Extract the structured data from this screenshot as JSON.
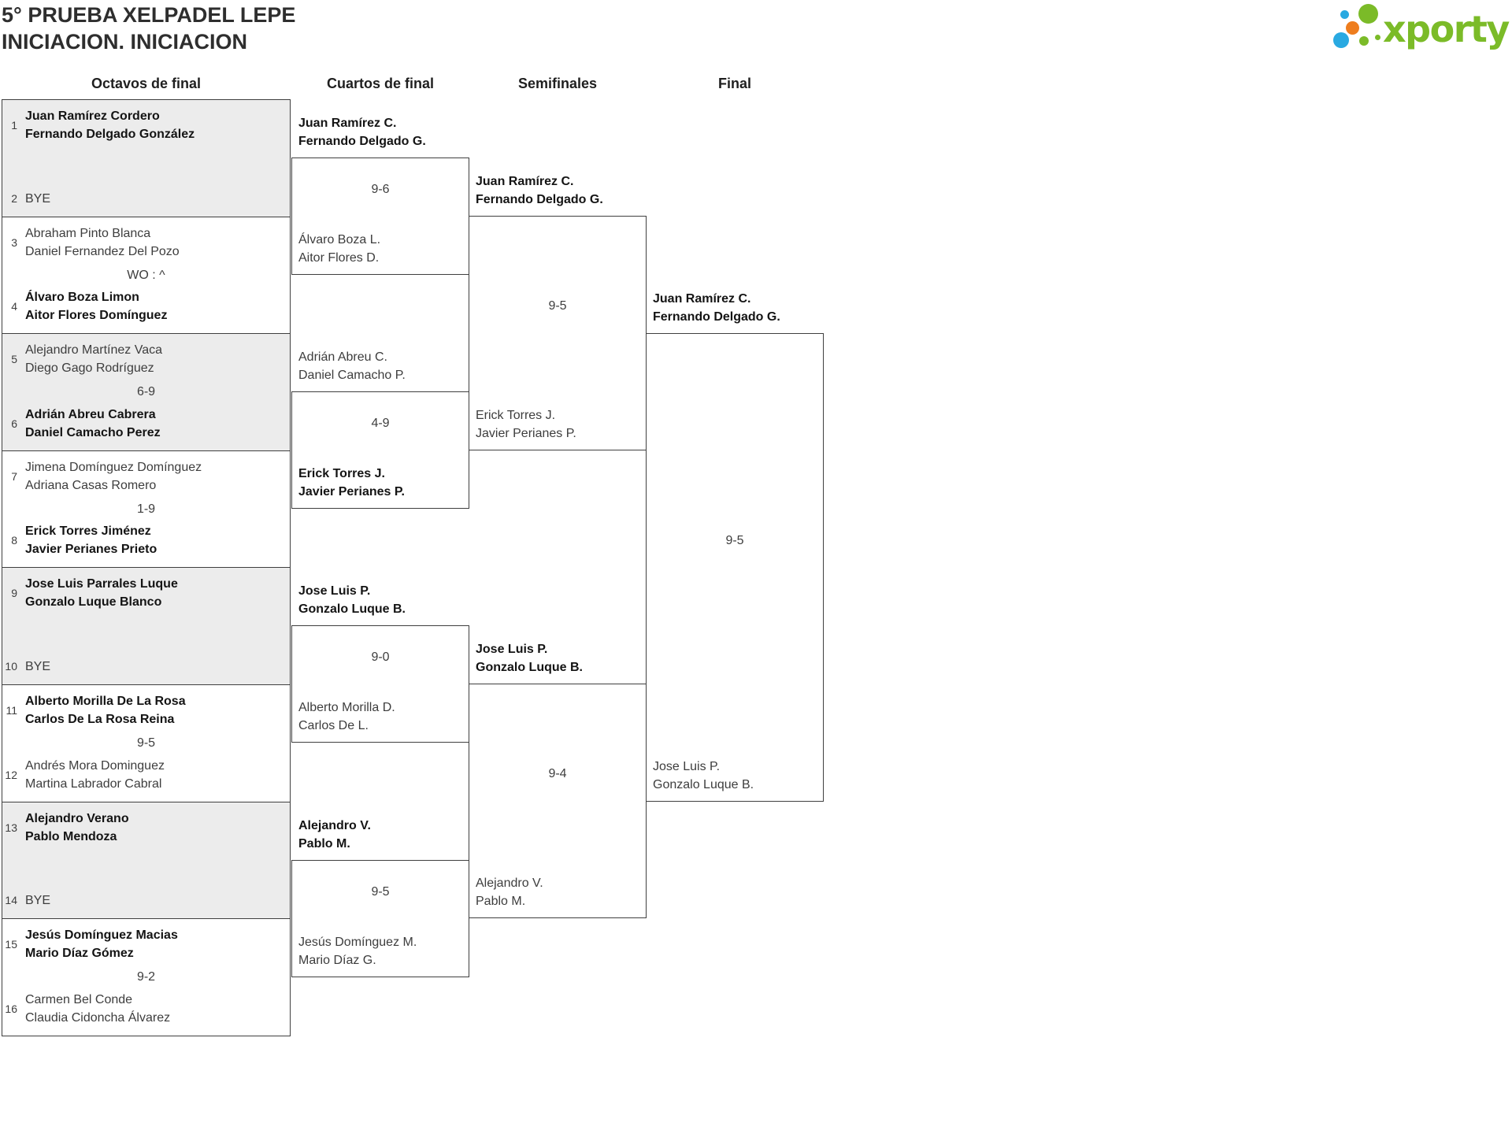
{
  "title": {
    "line1": "5° PRUEBA XELPADEL LEPE",
    "line2": "INICIACION. INICIACION"
  },
  "logo": {
    "word": "xporty"
  },
  "colors": {
    "logo_green": "#7bbb28",
    "logo_blue": "#29a9e1",
    "logo_orange": "#ee7d1e",
    "shaded_row": "#ececec",
    "line_border": "#3f3f3f"
  },
  "bracket": {
    "round1": {
      "header": "Octavos de final",
      "matches": [
        {
          "shaded": true,
          "score": "",
          "a": {
            "seed": "1",
            "lines": [
              "Juan Ramírez Cordero",
              "Fernando Delgado González"
            ],
            "winner": true
          },
          "b": {
            "seed": "2",
            "lines": [
              "BYE"
            ],
            "winner": false
          }
        },
        {
          "shaded": false,
          "score": "WO : ^",
          "a": {
            "seed": "3",
            "lines": [
              "Abraham Pinto Blanca",
              "Daniel Fernandez Del Pozo"
            ],
            "winner": false
          },
          "b": {
            "seed": "4",
            "lines": [
              "Álvaro Boza Limon",
              "Aitor Flores Domínguez"
            ],
            "winner": true
          }
        },
        {
          "shaded": true,
          "score": "6-9",
          "a": {
            "seed": "5",
            "lines": [
              "Alejandro Martínez Vaca",
              "Diego Gago Rodríguez"
            ],
            "winner": false
          },
          "b": {
            "seed": "6",
            "lines": [
              "Adrián Abreu Cabrera",
              "Daniel Camacho Perez"
            ],
            "winner": true
          }
        },
        {
          "shaded": false,
          "score": "1-9",
          "a": {
            "seed": "7",
            "lines": [
              "Jimena Domínguez Domínguez",
              "Adriana Casas Romero"
            ],
            "winner": false
          },
          "b": {
            "seed": "8",
            "lines": [
              "Erick Torres Jiménez",
              "Javier Perianes Prieto"
            ],
            "winner": true
          }
        },
        {
          "shaded": true,
          "score": "",
          "a": {
            "seed": "9",
            "lines": [
              "Jose Luis Parrales Luque",
              "Gonzalo Luque Blanco"
            ],
            "winner": true
          },
          "b": {
            "seed": "10",
            "lines": [
              "BYE"
            ],
            "winner": false
          }
        },
        {
          "shaded": false,
          "score": "9-5",
          "a": {
            "seed": "11",
            "lines": [
              "Alberto Morilla De La Rosa",
              "Carlos De La Rosa Reina"
            ],
            "winner": true
          },
          "b": {
            "seed": "12",
            "lines": [
              "Andrés Mora Dominguez",
              "Martina Labrador Cabral"
            ],
            "winner": false
          }
        },
        {
          "shaded": true,
          "score": "",
          "a": {
            "seed": "13",
            "lines": [
              "Alejandro Verano",
              "Pablo Mendoza"
            ],
            "winner": true
          },
          "b": {
            "seed": "14",
            "lines": [
              "BYE"
            ],
            "winner": false
          }
        },
        {
          "shaded": false,
          "score": "9-2",
          "a": {
            "seed": "15",
            "lines": [
              "Jesús Domínguez Macias",
              "Mario Díaz Gómez"
            ],
            "winner": true
          },
          "b": {
            "seed": "16",
            "lines": [
              "Carmen Bel Conde",
              "Claudia Cidoncha Álvarez"
            ],
            "winner": false
          }
        }
      ]
    },
    "quarterfinals": {
      "header": "Cuartos de final",
      "matches": [
        {
          "score": "9-6",
          "a": {
            "lines": [
              "Juan Ramírez C.",
              "Fernando Delgado G."
            ],
            "winner": true
          },
          "b": {
            "lines": [
              "Álvaro Boza L.",
              "Aitor Flores D."
            ],
            "winner": false
          }
        },
        {
          "score": "4-9",
          "a": {
            "lines": [
              "Adrián Abreu C.",
              "Daniel Camacho P."
            ],
            "winner": false
          },
          "b": {
            "lines": [
              "Erick Torres J.",
              "Javier Perianes P."
            ],
            "winner": true
          }
        },
        {
          "score": "9-0",
          "a": {
            "lines": [
              "Jose Luis P.",
              "Gonzalo Luque B."
            ],
            "winner": true
          },
          "b": {
            "lines": [
              "Alberto Morilla D.",
              "Carlos De L."
            ],
            "winner": false
          }
        },
        {
          "score": "9-5",
          "a": {
            "lines": [
              "Alejandro V.",
              "Pablo M."
            ],
            "winner": true
          },
          "b": {
            "lines": [
              "Jesús Domínguez M.",
              "Mario Díaz G."
            ],
            "winner": false
          }
        }
      ]
    },
    "semifinals": {
      "header": "Semifinales",
      "matches": [
        {
          "score": "9-5",
          "a": {
            "lines": [
              "Juan Ramírez C.",
              "Fernando Delgado G."
            ],
            "winner": true
          },
          "b": {
            "lines": [
              "Erick Torres J.",
              "Javier Perianes P."
            ],
            "winner": false
          }
        },
        {
          "score": "9-4",
          "a": {
            "lines": [
              "Jose Luis P.",
              "Gonzalo Luque B."
            ],
            "winner": true
          },
          "b": {
            "lines": [
              "Alejandro V.",
              "Pablo M."
            ],
            "winner": false
          }
        }
      ]
    },
    "final": {
      "header": "Final",
      "matches": [
        {
          "score": "9-5",
          "a": {
            "lines": [
              "Juan Ramírez C.",
              "Fernando Delgado G."
            ],
            "winner": true
          },
          "b": {
            "lines": [
              "Jose Luis P.",
              "Gonzalo Luque B."
            ],
            "winner": false
          }
        }
      ]
    }
  }
}
